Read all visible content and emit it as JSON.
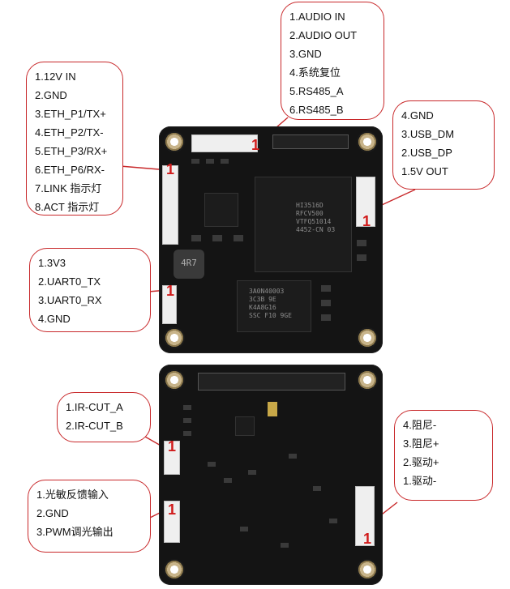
{
  "callouts": {
    "left_top": [
      "1.12V IN",
      "2.GND",
      "3.ETH_P1/TX+",
      "4.ETH_P2/TX-",
      "5.ETH_P3/RX+",
      "6.ETH_P6/RX-",
      "7.LINK 指示灯",
      "8.ACT 指示灯"
    ],
    "top_center": [
      "1.AUDIO IN",
      "2.AUDIO OUT",
      "3.GND",
      "4.系统复位",
      "5.RS485_A",
      "6.RS485_B"
    ],
    "right_top": [
      "4.GND",
      "3.USB_DM",
      "2.USB_DP",
      "1.5V OUT"
    ],
    "left_mid": [
      "1.3V3",
      "2.UART0_TX",
      "3.UART0_RX",
      "4.GND"
    ],
    "left_ircut": [
      "1.IR-CUT_A",
      "2.IR-CUT_B"
    ],
    "right_bottom": [
      "4.阻尼-",
      "3.阻尼+",
      "2.驱动+",
      "1.驱动-"
    ],
    "left_bottom": [
      "1.光敏反馈输入",
      "2.GND",
      "3.PWM调光输出"
    ]
  },
  "pin1_marker": "1",
  "chips": {
    "soc": [
      "HI3516D",
      "RFCV500",
      "VTFQ51014",
      "4452-CN  03"
    ],
    "memory": [
      "3A0N40003",
      "",
      "3C3B 9E",
      "K4A8G16",
      "SSC F10 9GE"
    ],
    "inductor": "4R7"
  },
  "colors": {
    "accent": "#c8282a",
    "board": "#141414"
  }
}
